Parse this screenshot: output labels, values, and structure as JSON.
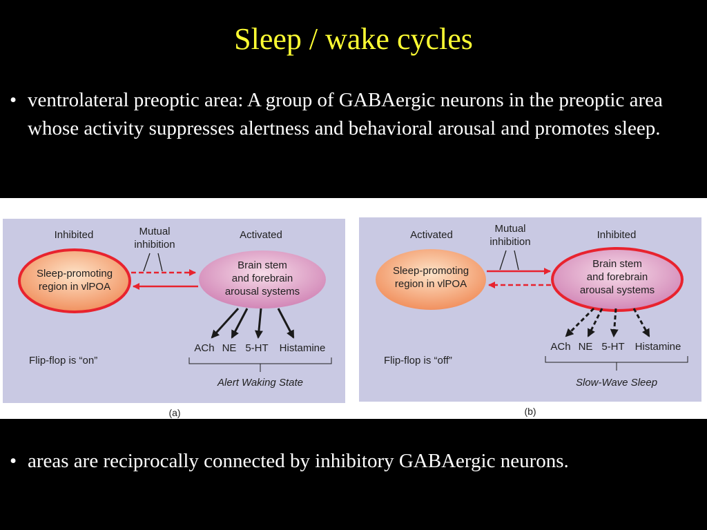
{
  "title": "Sleep / wake cycles",
  "bullets": [
    "ventrolateral preoptic area:  A group of GABAergic neurons in the preoptic area whose activity suppresses alertness and behavioral arousal and promotes sleep.",
    "areas are reciprocally connected by inhibitory GABAergic neurons."
  ],
  "bullet_glyph": "•",
  "colors": {
    "title": "#ffff33",
    "panel_bg": "#c9c9e3",
    "accent_red": "#e8232e"
  },
  "figure": {
    "panel_a": {
      "label_left": "Inhibited",
      "label_mid_1": "Mutual",
      "label_mid_2": "inhibition",
      "label_right": "Activated",
      "left_node_1": "Sleep-promoting",
      "left_node_2": "region in vlPOA",
      "right_node_1": "Brain stem",
      "right_node_2": "and forebrain",
      "right_node_3": "arousal systems",
      "outputs": [
        "ACh",
        "NE",
        "5-HT",
        "Histamine"
      ],
      "flipflop": "Flip-flop is “on”",
      "state": "Alert Waking State",
      "caption": "(a)"
    },
    "panel_b": {
      "label_left": "Activated",
      "label_mid_1": "Mutual",
      "label_mid_2": "inhibition",
      "label_right": "Inhibited",
      "left_node_1": "Sleep-promoting",
      "left_node_2": "region in vlPOA",
      "right_node_1": "Brain stem",
      "right_node_2": "and forebrain",
      "right_node_3": "arousal systems",
      "outputs": [
        "ACh",
        "NE",
        "5-HT",
        "Histamine"
      ],
      "flipflop": "Flip-flop is “off”",
      "state": "Slow-Wave Sleep",
      "caption": "(b)"
    }
  }
}
